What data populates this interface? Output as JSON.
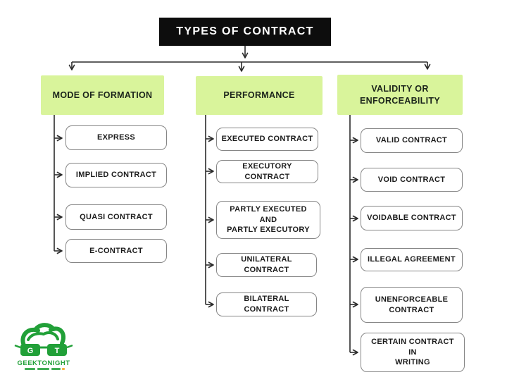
{
  "title": "TYPES OF CONTRACT",
  "branches": [
    {
      "label": "MODE OF FORMATION",
      "items": [
        "EXPRESS",
        "IMPLIED CONTRACT",
        "QUASI CONTRACT",
        "E-CONTRACT"
      ]
    },
    {
      "label": "PERFORMANCE",
      "items": [
        "EXECUTED CONTRACT",
        "EXECUTORY CONTRACT",
        "PARTLY EXECUTED\nAND\nPARTLY EXECUTORY",
        "UNILATERAL\nCONTRACT",
        "BILATERAL\nCONTRACT"
      ]
    },
    {
      "label": "VALIDITY OR\nENFORCEABILITY",
      "items": [
        "VALID CONTRACT",
        "VOID CONTRACT",
        "VOIDABLE CONTRACT",
        "ILLEGAL AGREEMENT",
        "UNENFORCEABLE\nCONTRACT",
        "CERTAIN CONTRACT\nIN\nWRITING"
      ]
    }
  ],
  "logo": {
    "brand": "GEEKTONIGHT",
    "glasses_letters": [
      "G",
      "T"
    ]
  },
  "colors": {
    "header_bg": "#d9f49b",
    "title_bg": "#0d0d0d",
    "title_text": "#ffffff",
    "box_border": "#868686",
    "box_text": "#1b1b1b",
    "connector": "#2b2b2b",
    "logo_green": "#21a038"
  }
}
